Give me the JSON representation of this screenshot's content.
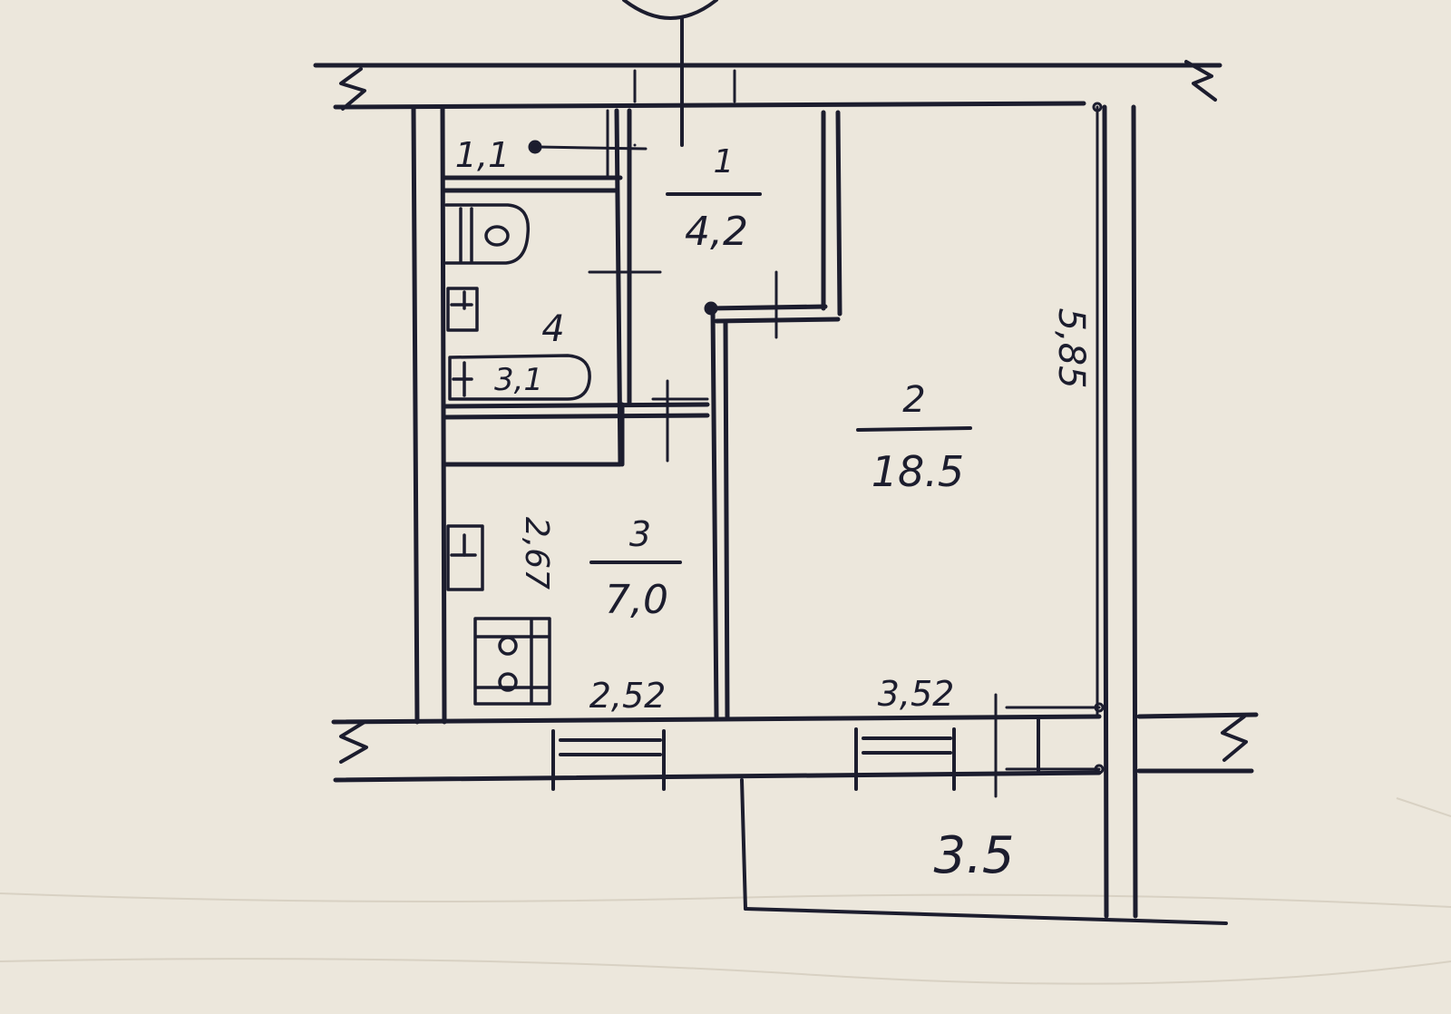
{
  "rooms": {
    "hall": {
      "number": "1",
      "area": "4,2"
    },
    "living": {
      "number": "2",
      "area": "18.5"
    },
    "kitchen": {
      "number": "3",
      "area": "7,0"
    },
    "bathroom": {
      "number": "4",
      "area": "3,1"
    }
  },
  "dimensions": {
    "closet_width": "1,1",
    "living_length": "5,85",
    "kitchen_length": "2,67",
    "kitchen_width": "2,52",
    "living_width": "3,52"
  },
  "balcony": {
    "area": "3.5"
  },
  "colors": {
    "paper": "#ece7dc",
    "ink": "#1c1d2e"
  },
  "icons": [
    "toilet-icon",
    "sink-icon",
    "bathtub-icon",
    "stove-icon",
    "kitchen-sink-icon",
    "break-line-icon",
    "compass-icon"
  ]
}
